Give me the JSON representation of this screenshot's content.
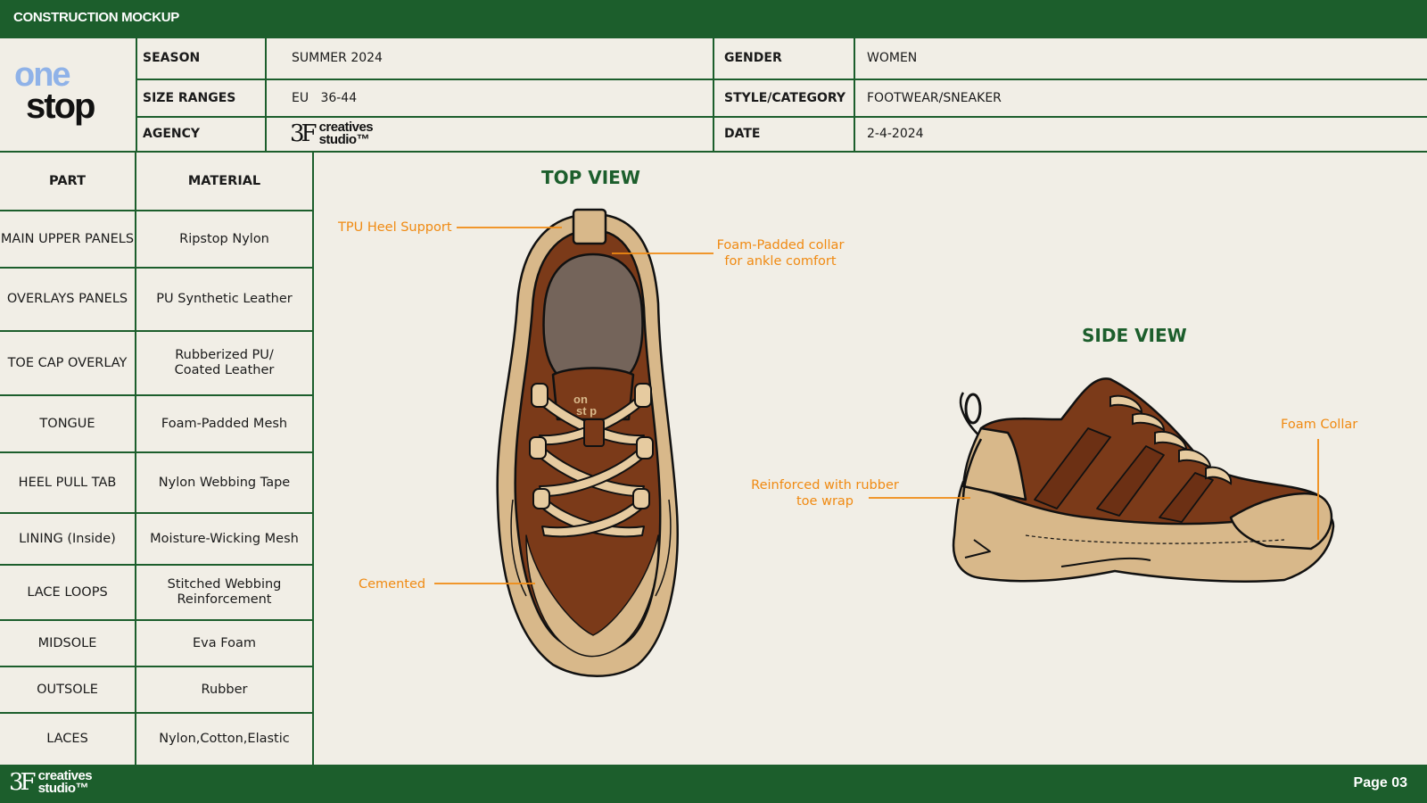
{
  "header": {
    "title": "CONSTRUCTION MOCKUP"
  },
  "footer": {
    "page": "Page 03",
    "agency_brand": "creatives studio™"
  },
  "info": {
    "season_label": "SEASON",
    "season_value": "SUMMER 2024",
    "gender_label": "GENDER",
    "gender_value": "WOMEN",
    "size_label": "SIZE RANGES",
    "size_value": "EU   36-44",
    "style_label": "STYLE/CATEGORY",
    "style_value": "FOOTWEAR/SNEAKER",
    "agency_label": "AGENCY",
    "agency_value": "creatives studio™",
    "date_label": "DATE",
    "date_value": "2-4-2024"
  },
  "logo": {
    "line1": "one",
    "line2": "stop"
  },
  "materials": {
    "part_header": "PART",
    "material_header": "MATERIAL",
    "rows": [
      {
        "part": "MAIN UPPER PANELS",
        "material": "Ripstop Nylon"
      },
      {
        "part": "OVERLAYS PANELS",
        "material": "PU Synthetic Leather"
      },
      {
        "part": "TOE CAP OVERLAY",
        "material": "Rubberized PU/ Coated Leather"
      },
      {
        "part": "TONGUE",
        "material": "Foam-Padded Mesh"
      },
      {
        "part": "HEEL PULL TAB",
        "material": "Nylon Webbing Tape"
      },
      {
        "part": "LINING (Inside)",
        "material": "Moisture-Wicking Mesh"
      },
      {
        "part": "LACE LOOPS",
        "material": "Stitched Webbing Reinforcement"
      },
      {
        "part": "MIDSOLE",
        "material": "Eva Foam"
      },
      {
        "part": "OUTSOLE",
        "material": "Rubber"
      },
      {
        "part": "LACES",
        "material": "Nylon,Cotton,Elastic"
      }
    ]
  },
  "views": {
    "top_title": "TOP VIEW",
    "side_title": "SIDE VIEW",
    "callouts": {
      "heel_support": "TPU Heel Support",
      "foam_collar_top": "Foam-Padded collar for ankle comfort",
      "cemented": "Cemented",
      "toe_wrap": "Reinforced with rubber toe wrap",
      "foam_collar_side": "Foam Collar"
    }
  },
  "colors": {
    "brand_green": "#1c5e2c",
    "background": "#f1eee6",
    "callout_orange": "#f08a12",
    "shoe_brown": "#7b3a19",
    "shoe_tan": "#d8b88a",
    "logo_blue": "#8fb2e8"
  }
}
